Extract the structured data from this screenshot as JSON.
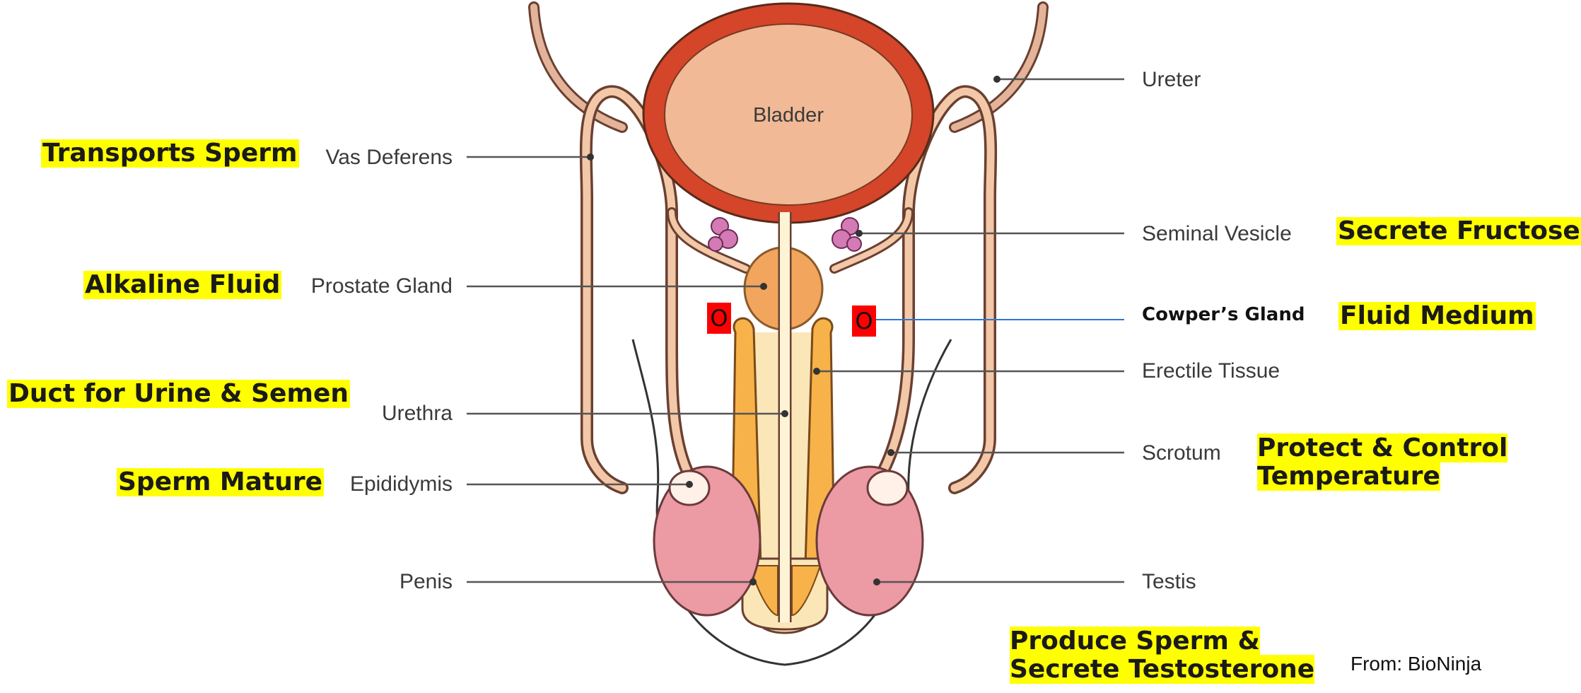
{
  "diagram": {
    "organs": {
      "bladder": "Bladder"
    },
    "labels": {
      "ureter": "Ureter",
      "vas_deferens": "Vas Deferens",
      "seminal_vesicle": "Seminal Vesicle",
      "prostate_gland": "Prostate Gland",
      "cowpers_gland": "Cowper’s Gland",
      "erectile_tissue": "Erectile Tissue",
      "urethra": "Urethra",
      "scrotum": "Scrotum",
      "epididymis": "Epididymis",
      "penis": "Penis",
      "testis": "Testis"
    },
    "functions": {
      "vas_deferens": "Transports Sperm",
      "prostate_gland": "Alkaline Fluid",
      "urethra": "Duct for Urine & Semen",
      "epididymis": "Sperm Mature",
      "seminal_vesicle": "Secrete Fructose",
      "cowpers_gland": "Fluid Medium",
      "scrotum": [
        "Protect & Control",
        "Temperature"
      ],
      "testis": [
        "Produce Sperm &",
        "Secrete Testosterone"
      ]
    },
    "markers": {
      "left": "O",
      "right": "O"
    },
    "credit": "From: BioNinja"
  },
  "colors": {
    "highlight": "#ffff00",
    "marker": "#ff0000",
    "bladder_wall": "#d4452a",
    "bladder_fill": "#f1b995",
    "duct_outline": "#8a5a43",
    "duct_fill": "#f3c8a8",
    "erectile": "#f7b24a",
    "testis": "#ec9aa4",
    "seminal_vesicle": "#d47ab4",
    "leader_line": "#555555",
    "cowper_leader": "#2e75d6"
  }
}
